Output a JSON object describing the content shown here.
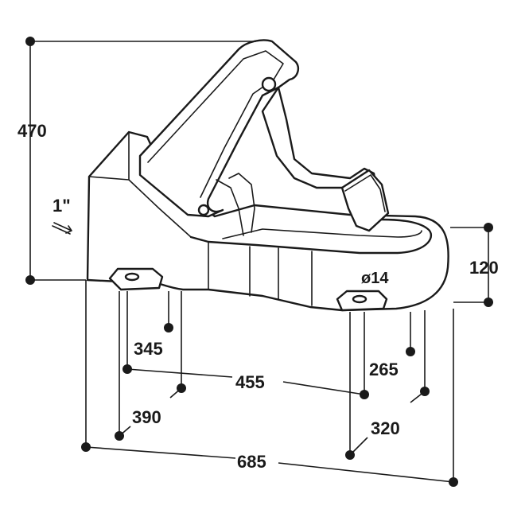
{
  "dimensions": {
    "height_total": "470",
    "inlet": "1\"",
    "height_front": "120",
    "hole_diameter": "ø14",
    "d345": "345",
    "d455": "455",
    "d265": "265",
    "d390": "390",
    "d320": "320",
    "d685": "685"
  }
}
